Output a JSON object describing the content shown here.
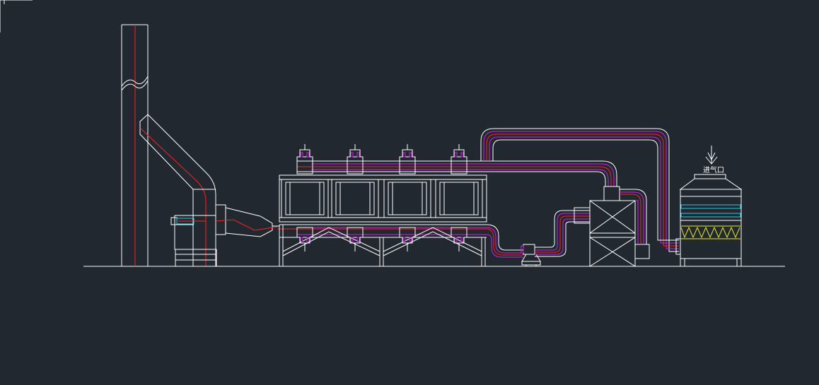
{
  "drawing": {
    "inlet_label": "进气口"
  },
  "colors": {
    "background": "#212830",
    "outline": "#ffffff",
    "centerline": "#ff2020",
    "duct": "#d020e0",
    "packing": "#20d0e0",
    "spray": "#e8e820"
  },
  "adsorber": {
    "units": [
      "unit-1",
      "unit-2",
      "unit-3",
      "unit-4"
    ]
  }
}
